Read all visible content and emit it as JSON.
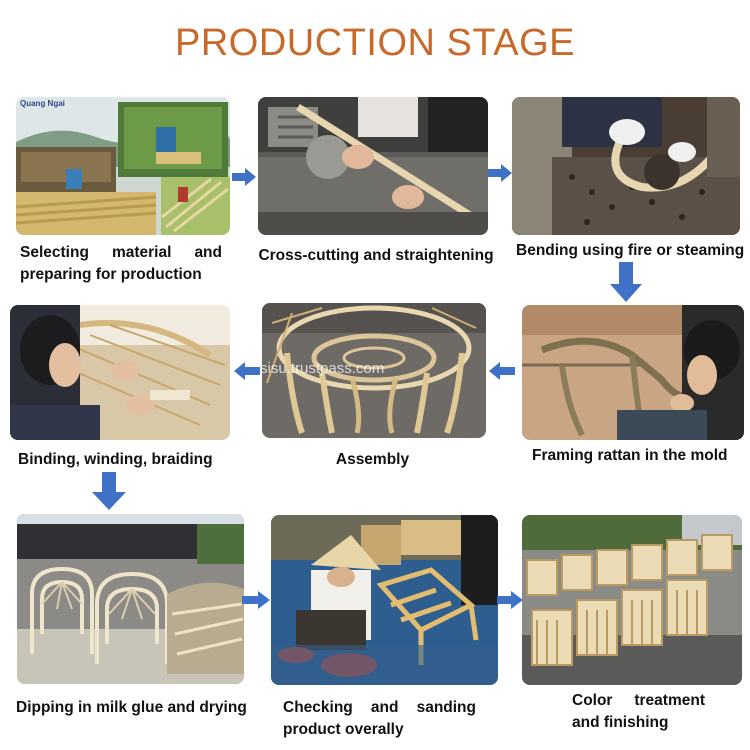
{
  "page": {
    "title": "PRODUCTION STAGE",
    "watermark": "sisu.trustpass.com",
    "logo_text": "Quang Ngai"
  },
  "colors": {
    "title": "#c8692a",
    "arrow": "#3f72c6",
    "caption": "#111111"
  },
  "steps": [
    {
      "caption_lines": [
        "Selecting material and",
        "preparing for production"
      ],
      "photo": "rattan-field-photo"
    },
    {
      "caption_lines": [
        "Cross-cutting and straightening"
      ],
      "photo": "saw-table-photo"
    },
    {
      "caption_lines": [
        "Bending using fire or steaming"
      ],
      "photo": "bending-photo"
    },
    {
      "caption_lines": [
        "Framing rattan in the mold"
      ],
      "photo": "mold-photo"
    },
    {
      "caption_lines": [
        "Assembly"
      ],
      "photo": "assembly-photo"
    },
    {
      "caption_lines": [
        "Binding, winding, braiding"
      ],
      "photo": "binding-photo"
    },
    {
      "caption_lines": [
        "Dipping in milk glue and drying"
      ],
      "photo": "drying-photo"
    },
    {
      "caption_lines": [
        "Checking and sanding",
        "product overally"
      ],
      "photo": "sanding-photo"
    },
    {
      "caption_lines": [
        "Color treatment",
        "and finishing"
      ],
      "photo": "finishing-photo"
    }
  ],
  "arrows": [
    "arrow-right",
    "arrow-right",
    "arrow-down",
    "arrow-left",
    "arrow-left",
    "arrow-down",
    "arrow-right",
    "arrow-right"
  ]
}
